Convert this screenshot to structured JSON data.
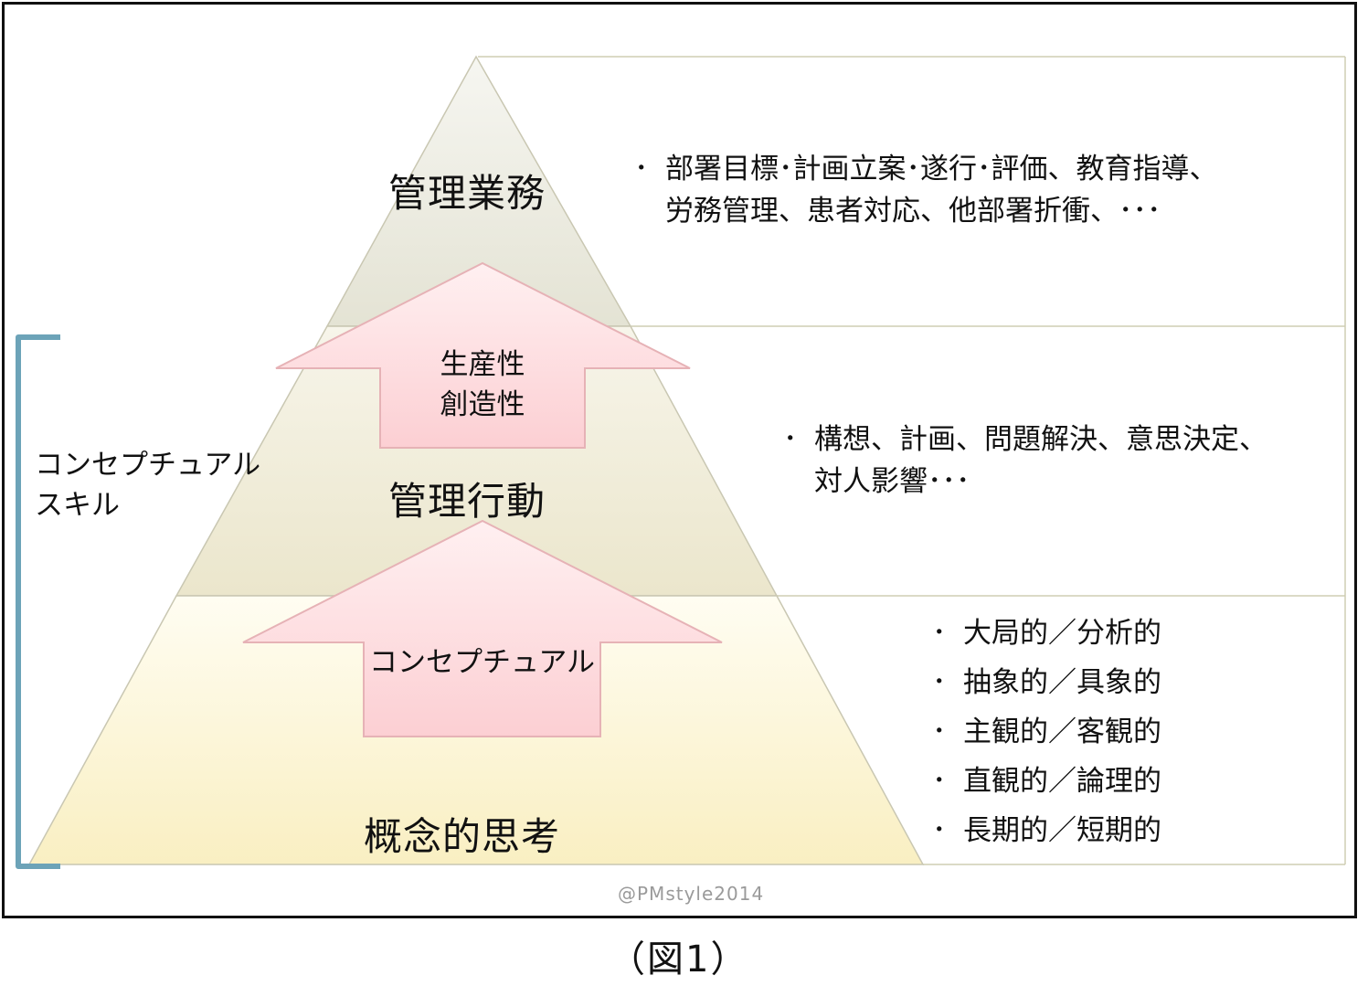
{
  "tiers": {
    "top": {
      "title": "管理業務",
      "items": [
        "部署目標･計画立案･遂行･評価、教育指導、",
        "労務管理、患者対応、他部署折衝、･･･"
      ]
    },
    "middle": {
      "title": "管理行動",
      "items": [
        "構想、計画、問題解決、意思決定、",
        "対人影響･･･"
      ]
    },
    "bottom": {
      "title": "概念的思考",
      "items": [
        "大局的／分析的",
        "抽象的／具象的",
        "主観的／客観的",
        "直観的／論理的",
        "長期的／短期的"
      ]
    }
  },
  "bullet_char": "･",
  "arrows": {
    "upper": {
      "lines": [
        "生産性",
        "創造性"
      ]
    },
    "lower": {
      "lines": [
        "コンセプチュアル"
      ]
    }
  },
  "bracket": {
    "lines": [
      "コンセプチュアル",
      "スキル"
    ]
  },
  "credit": "@PMstyle2014",
  "caption": "（図1）",
  "colors": {
    "top_tier": "#e9e8dc",
    "middle_tier": "#f0ecd4",
    "bottom_tier": "#fbf4cf",
    "arrow_fill": "#fdd9dc",
    "arrow_stroke": "#e6b2b6",
    "bracket": "#6ca3b8",
    "table_border": "#cfcdb4"
  }
}
